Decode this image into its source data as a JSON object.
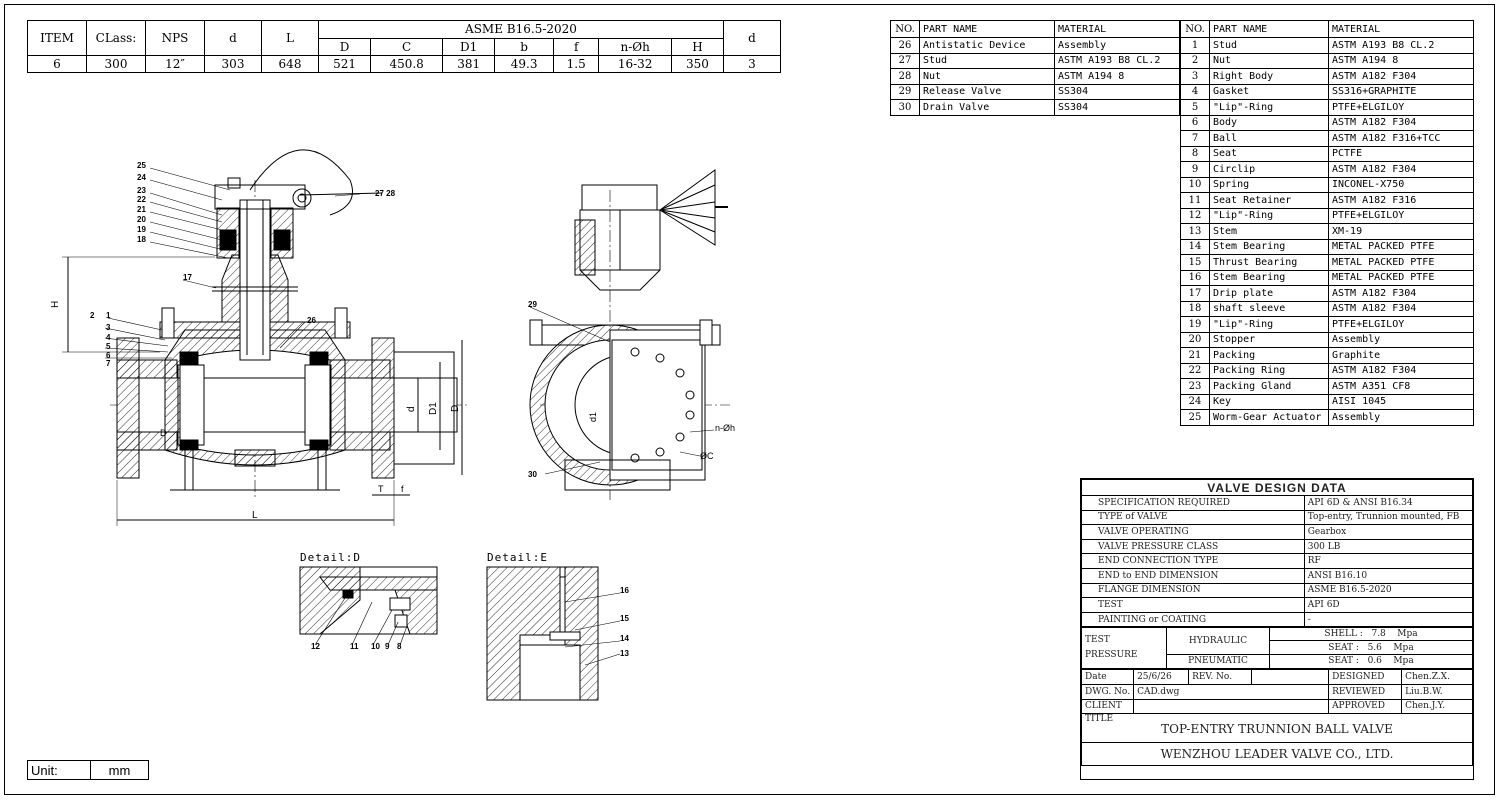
{
  "dims_table": {
    "headers": [
      "ITEM",
      "CLass:",
      "NPS",
      "d",
      "L"
    ],
    "asme_label": "ASME B16.5-2020",
    "asme_sub": [
      "D",
      "C",
      "D1",
      "b",
      "f",
      "n-Øh",
      "H"
    ],
    "last_header": "d",
    "values": [
      "6",
      "300",
      "12″",
      "303",
      "648",
      "521",
      "450.8",
      "381",
      "49.3",
      "1.5",
      "16-32",
      "350",
      "3"
    ]
  },
  "parts_header": {
    "no": "NO.",
    "name": "PART NAME",
    "material": "MATERIAL"
  },
  "parts_a": [
    {
      "no": "26",
      "name": "Antistatic  Device",
      "material": "Assembly"
    },
    {
      "no": "27",
      "name": "Stud",
      "material": "ASTM A193 B8 CL.2"
    },
    {
      "no": "28",
      "name": "Nut",
      "material": "ASTM A194 8"
    },
    {
      "no": "29",
      "name": "Release Valve",
      "material": "SS304"
    },
    {
      "no": "30",
      "name": "Drain Valve",
      "material": "SS304"
    }
  ],
  "parts_b": [
    {
      "no": "1",
      "name": "Stud",
      "material": "ASTM A193 B8 CL.2"
    },
    {
      "no": "2",
      "name": "Nut",
      "material": "ASTM A194 8"
    },
    {
      "no": "3",
      "name": "Right Body",
      "material": "ASTM A182 F304"
    },
    {
      "no": "4",
      "name": "Gasket",
      "material": "SS316+GRAPHITE"
    },
    {
      "no": "5",
      "name": "\"Lip\"-Ring",
      "material": "PTFE+ELGILOY"
    },
    {
      "no": "6",
      "name": "Body",
      "material": "ASTM A182 F304"
    },
    {
      "no": "7",
      "name": "Ball",
      "material": "ASTM A182 F316+TCC"
    },
    {
      "no": "8",
      "name": "Seat",
      "material": "PCTFE"
    },
    {
      "no": "9",
      "name": "Circlip",
      "material": "ASTM A182 F304"
    },
    {
      "no": "10",
      "name": "Spring",
      "material": "INCONEL-X750"
    },
    {
      "no": "11",
      "name": "Seat Retainer",
      "material": "ASTM A182 F316"
    },
    {
      "no": "12",
      "name": "\"Lip\"-Ring",
      "material": "PTFE+ELGILOY"
    },
    {
      "no": "13",
      "name": "Stem",
      "material": "XM-19"
    },
    {
      "no": "14",
      "name": "Stem Bearing",
      "material": "METAL PACKED PTFE"
    },
    {
      "no": "15",
      "name": "Thrust Bearing",
      "material": "METAL PACKED PTFE"
    },
    {
      "no": "16",
      "name": "Stem Bearing",
      "material": "METAL PACKED PTFE"
    },
    {
      "no": "17",
      "name": "Drip plate",
      "material": "ASTM A182 F304"
    },
    {
      "no": "18",
      "name": "shaft sleeve",
      "material": "ASTM A182 F304"
    },
    {
      "no": "19",
      "name": "\"Lip\"-Ring",
      "material": "PTFE+ELGILOY"
    },
    {
      "no": "20",
      "name": "Stopper",
      "material": "Assembly"
    },
    {
      "no": "21",
      "name": "Packing",
      "material": "Graphite"
    },
    {
      "no": "22",
      "name": "Packing Ring",
      "material": "ASTM A182 F304"
    },
    {
      "no": "23",
      "name": "Packing Gland",
      "material": "ASTM A351 CF8"
    },
    {
      "no": "24",
      "name": "Key",
      "material": "AISI 1045"
    },
    {
      "no": "25",
      "name": "Worm-Gear Actuator",
      "material": "Assembly"
    }
  ],
  "design": {
    "title": "VALVE DESIGN DATA",
    "rows": [
      {
        "label": "SPECIFICATION REQUIRED",
        "value": "API 6D & ANSI B16.34"
      },
      {
        "label": "TYPE of VALVE",
        "value": "Top-entry, Trunnion mounted, FB"
      },
      {
        "label": "VALVE OPERATING",
        "value": "Gearbox"
      },
      {
        "label": "VALVE PRESSURE CLASS",
        "value": "300 LB"
      },
      {
        "label": "END CONNECTION TYPE",
        "value": "RF"
      },
      {
        "label": "END to END DIMENSION",
        "value": "ANSI B16.10"
      },
      {
        "label": "FLANGE DIMENSION",
        "value": "ASME B16.5-2020"
      },
      {
        "label": "TEST",
        "value": "API 6D"
      },
      {
        "label": "PAINTING or COATING",
        "value": "-"
      }
    ],
    "test_label": "TEST\nPRESSURE",
    "test_label_1": "TEST",
    "test_label_2": "PRESSURE",
    "hydraulic": "HYDRAULIC",
    "pneumatic": "PNEUMATIC",
    "shell": "SHELL",
    "seat": "SEAT",
    "colon": ":",
    "shell_val": "7.8",
    "seat_val_h": "5.6",
    "seat_val_p": "0.6",
    "unit": "Mpa",
    "date_label": "Date",
    "date_val": "25/6/26",
    "rev_label": "REV. No.",
    "rev_val": "",
    "designed_label": "DESIGNED",
    "designed_val": "Chen.Z.X.",
    "dwg_label": "DWG. No.",
    "dwg_val": "CAD.dwg",
    "reviewed_label": "REVIEWED",
    "reviewed_val": "Liu.B.W.",
    "client_label": "CLIENT",
    "client_val": "",
    "approved_label": "APPROVED",
    "approved_val": "Chen.J.Y.",
    "title_label": "TITLE",
    "title_val": "TOP-ENTRY TRUNNION BALL  VALVE",
    "company": "WENZHOU LEADER VALVE CO., LTD."
  },
  "unit_box": {
    "label": "Unit:",
    "value": "mm"
  },
  "drawing": {
    "details": {
      "d": "Detail:D",
      "e": "Detail:E"
    },
    "dim_labels": {
      "H": "H",
      "L": "L",
      "d": "d",
      "D1": "D1",
      "D": "D",
      "T": "T",
      "f": "f",
      "nh": "n-Øh",
      "C": "ØC",
      "d1": "d1",
      "D_mark": "D"
    },
    "callouts_left": [
      "25",
      "24",
      "23",
      "22",
      "21",
      "20",
      "19",
      "18",
      "17",
      "2",
      "1",
      "3",
      "4",
      "5",
      "6",
      "7",
      "26",
      "27_28"
    ],
    "callout_27_28": "27 28",
    "callouts_right": [
      "29",
      "30"
    ],
    "detail_d_callouts": [
      "12",
      "11",
      "10",
      "9",
      "8"
    ],
    "detail_e_callouts": [
      "16",
      "15",
      "14",
      "13"
    ]
  }
}
